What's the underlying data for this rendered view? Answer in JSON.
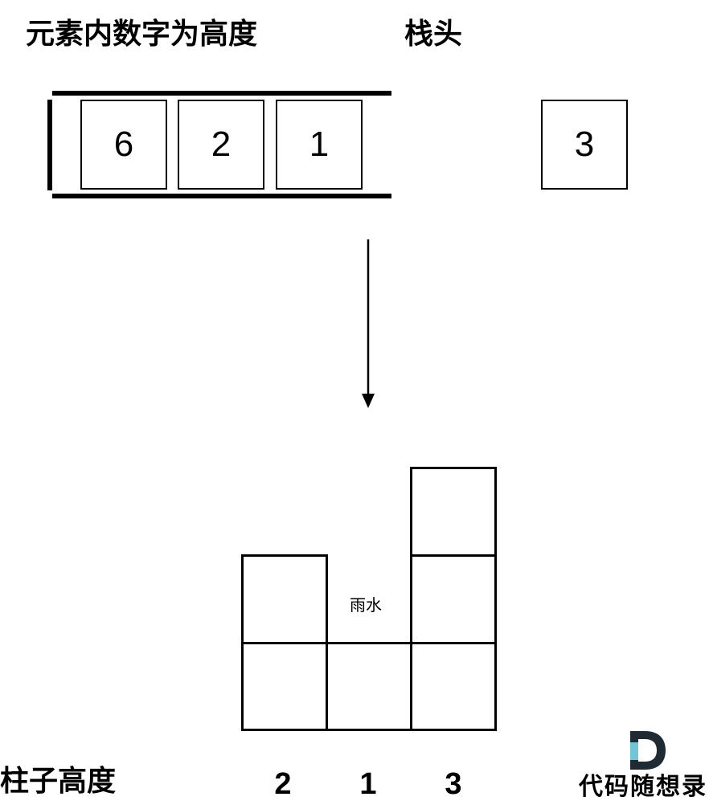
{
  "labels": {
    "element_height_title": "元素内数字为高度",
    "stack_head": "栈头",
    "pillar_height": "柱子高度",
    "rain": "雨水"
  },
  "stack": {
    "elements": [
      "6",
      "2",
      "1"
    ],
    "head": "3"
  },
  "pillar_heights": [
    "2",
    "1",
    "3"
  ],
  "logo": {
    "mark": "D",
    "text": "代码随想录",
    "accent_color": "#6fc7d6",
    "dark_color": "#1f2a33"
  }
}
